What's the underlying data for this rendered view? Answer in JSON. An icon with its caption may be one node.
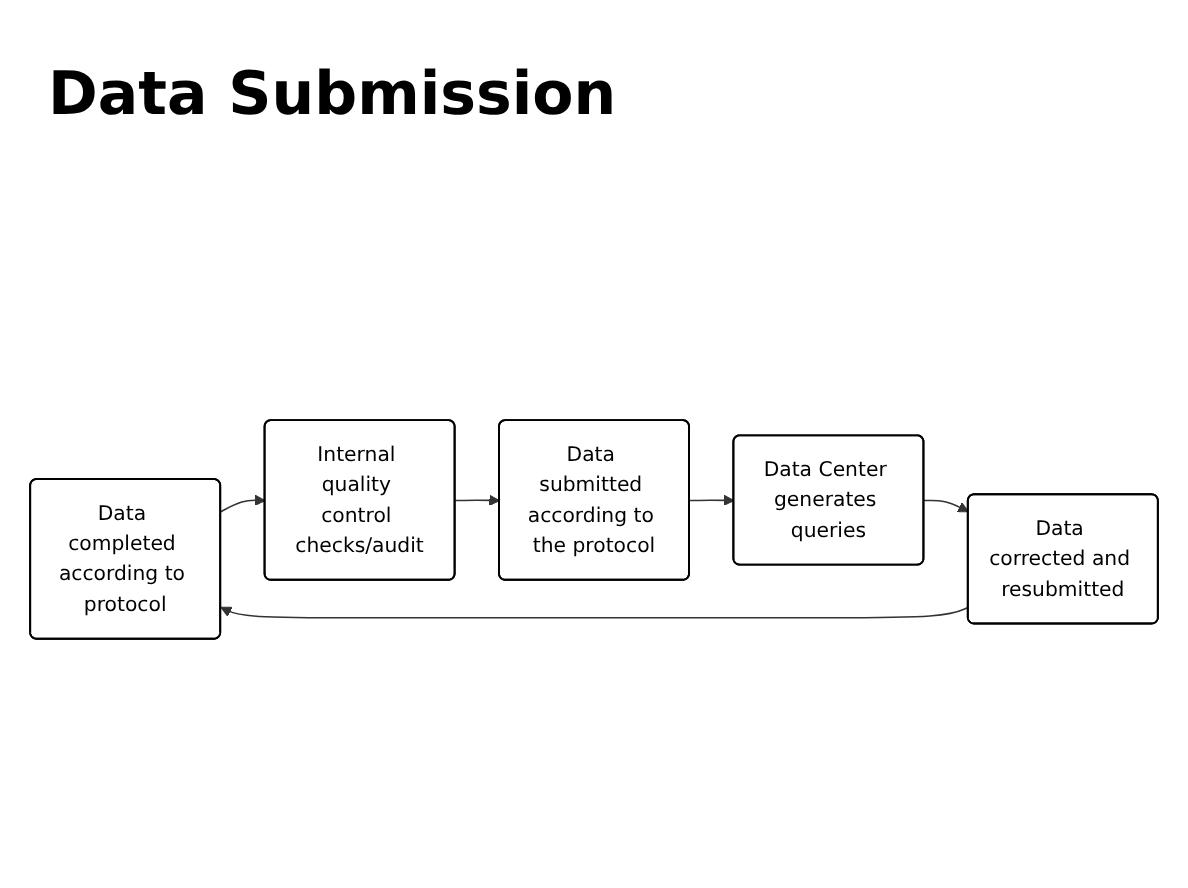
{
  "diagram": {
    "title": "Data Submission",
    "nodes": [
      {
        "text": [
          "Data completed according to protocol"
        ]
      },
      {
        "text": [
          "Internal quality control checks/audit"
        ]
      },
      {
        "text": [
          "Data submitted according to the protocol"
        ]
      },
      {
        "text": [
          "Data Center generates queries"
        ]
      },
      {
        "text": [
          "Data corrected and resubmitted"
        ]
      }
    ],
    "edges": [
      {
        "from": 0,
        "to": 1,
        "arrow": "to"
      },
      {
        "from": 1,
        "to": 2,
        "arrow": "to"
      },
      {
        "from": 2,
        "to": 3,
        "arrow": "to"
      },
      {
        "from": 3,
        "to": 4,
        "arrow": "to"
      },
      {
        "from": 4,
        "to": 0,
        "arrow": "to"
      }
    ]
  }
}
